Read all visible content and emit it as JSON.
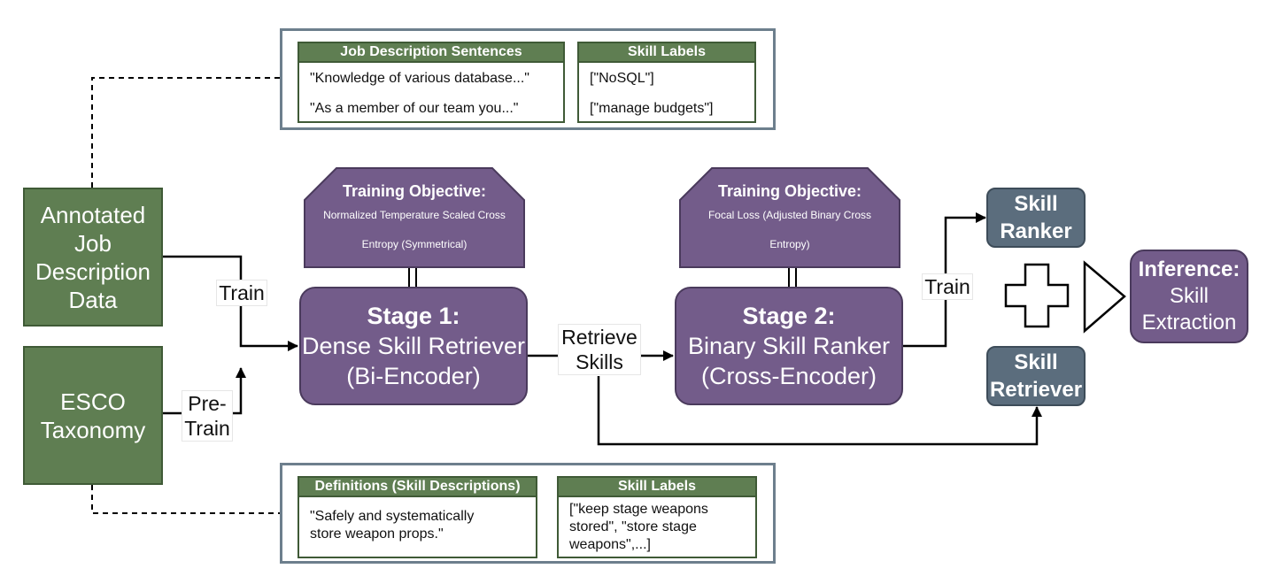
{
  "sources": {
    "annotated": "Annotated Job Description Data",
    "esco": "ESCO Taxonomy"
  },
  "top_panel": {
    "sentences": {
      "header": "Job Description Sentences",
      "lines": [
        "\"Knowledge of various database...\"",
        "\"As a member of our team you...\""
      ]
    },
    "labels": {
      "header": "Skill Labels",
      "lines": [
        "[\"NoSQL\"]",
        "[\"manage budgets\"]"
      ]
    }
  },
  "bottom_panel": {
    "definitions": {
      "header": "Definitions (Skill Descriptions)",
      "text": "\"Safely and systematically store weapon props.\""
    },
    "labels": {
      "header": "Skill Labels",
      "text": "[\"keep stage weapons stored\", \"store stage weapons\",...]"
    }
  },
  "objective1": {
    "title": "Training Objective:",
    "body": "Normalized Temperature Scaled Cross Entropy (Symmetrical)"
  },
  "objective2": {
    "title": "Training Objective:",
    "body": "Focal Loss (Adjusted Binary Cross Entropy)"
  },
  "stage1": {
    "title": "Stage 1:",
    "line1": "Dense Skill Retriever",
    "line2": "(Bi-Encoder)"
  },
  "stage2": {
    "title": "Stage 2:",
    "line1": "Binary Skill Ranker",
    "line2": "(Cross-Encoder)"
  },
  "edge_labels": {
    "train1": "Train",
    "pretrain": "Pre-Train",
    "retrieve": "Retrieve Skills",
    "train2": "Train"
  },
  "ranker": "Skill Ranker",
  "retriever": "Skill Retriever",
  "inference": {
    "title": "Inference:",
    "line1": "Skill",
    "line2": "Extraction"
  },
  "colors": {
    "green": "#5f7e52",
    "purple": "#735c8a",
    "slate": "#5b6d7d",
    "panel_border": "#6d7f8d"
  }
}
